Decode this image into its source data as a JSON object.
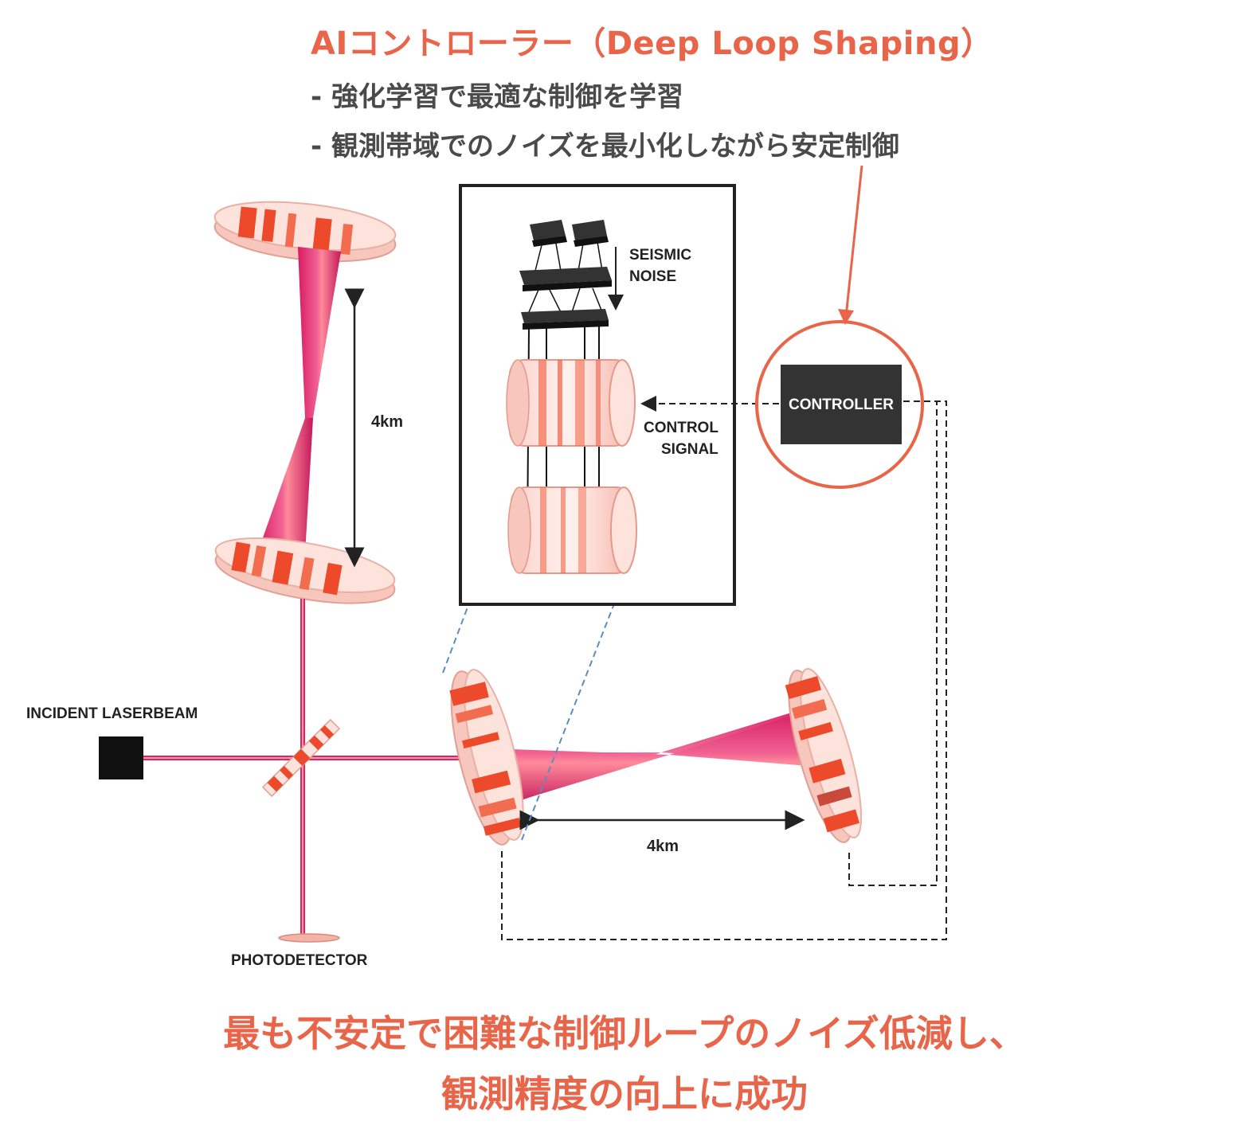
{
  "annotation": {
    "title": "AIコントローラー（Deep Loop Shaping）",
    "bullets": [
      "- 強化学習で最適な制御を学習",
      "- 観測帯域でのノイズを最小化しながら安定制御"
    ]
  },
  "diagram": {
    "labels": {
      "seismic_noise_line1": "SEISMIC",
      "seismic_noise_line2": "NOISE",
      "control_signal_line1": "CONTROL",
      "control_signal_line2": "SIGNAL",
      "controller": "CONTROLLER",
      "arm_length_vertical": "4km",
      "arm_length_horizontal": "4km",
      "incident_laser": "INCIDENT LASERBEAM",
      "photodetector": "PHOTODETECTOR"
    },
    "colors": {
      "accent": "#e8654a",
      "beam": "#e0245e",
      "mirror": "#ec4a2a",
      "dark": "#333333"
    }
  },
  "conclusion": {
    "line1": "最も不安定で困難な制御ループのノイズ低減し、",
    "line2": "観測精度の向上に成功"
  }
}
